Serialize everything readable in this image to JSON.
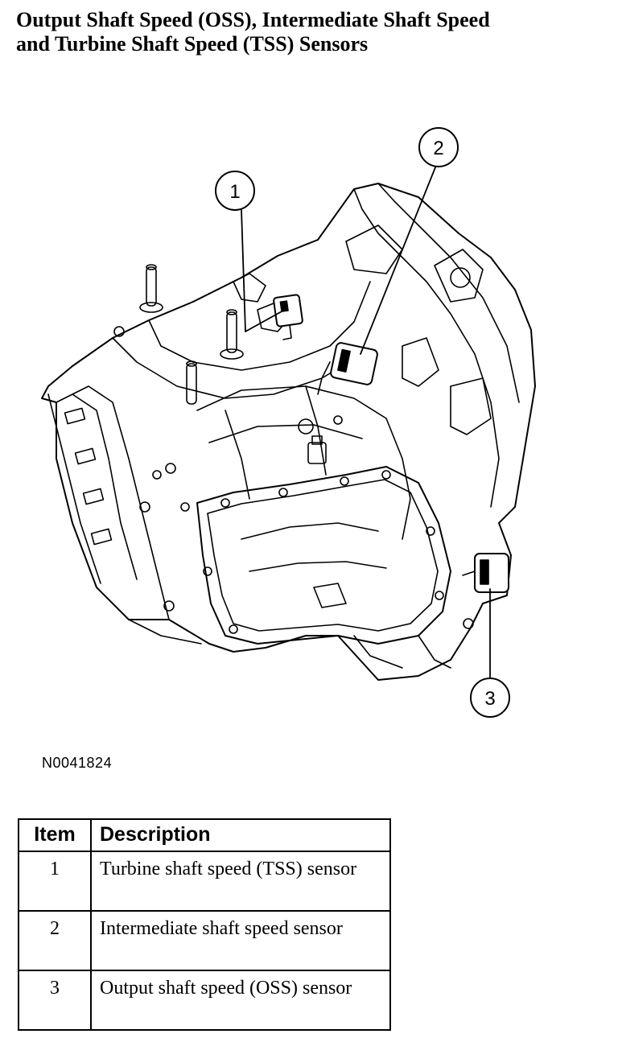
{
  "title": {
    "line1": "Output Shaft Speed (OSS), Intermediate Shaft Speed",
    "line2": "and Turbine Shaft Speed (TSS) Sensors"
  },
  "callouts": [
    "1",
    "2",
    "3"
  ],
  "figure_code": "N0041824",
  "table": {
    "headers": {
      "item": "Item",
      "description": "Description"
    },
    "rows": [
      {
        "item": "1",
        "description": "Turbine shaft speed (TSS) sensor"
      },
      {
        "item": "2",
        "description": "Intermediate shaft speed sensor"
      },
      {
        "item": "3",
        "description": "Output shaft speed (OSS) sensor"
      }
    ]
  }
}
